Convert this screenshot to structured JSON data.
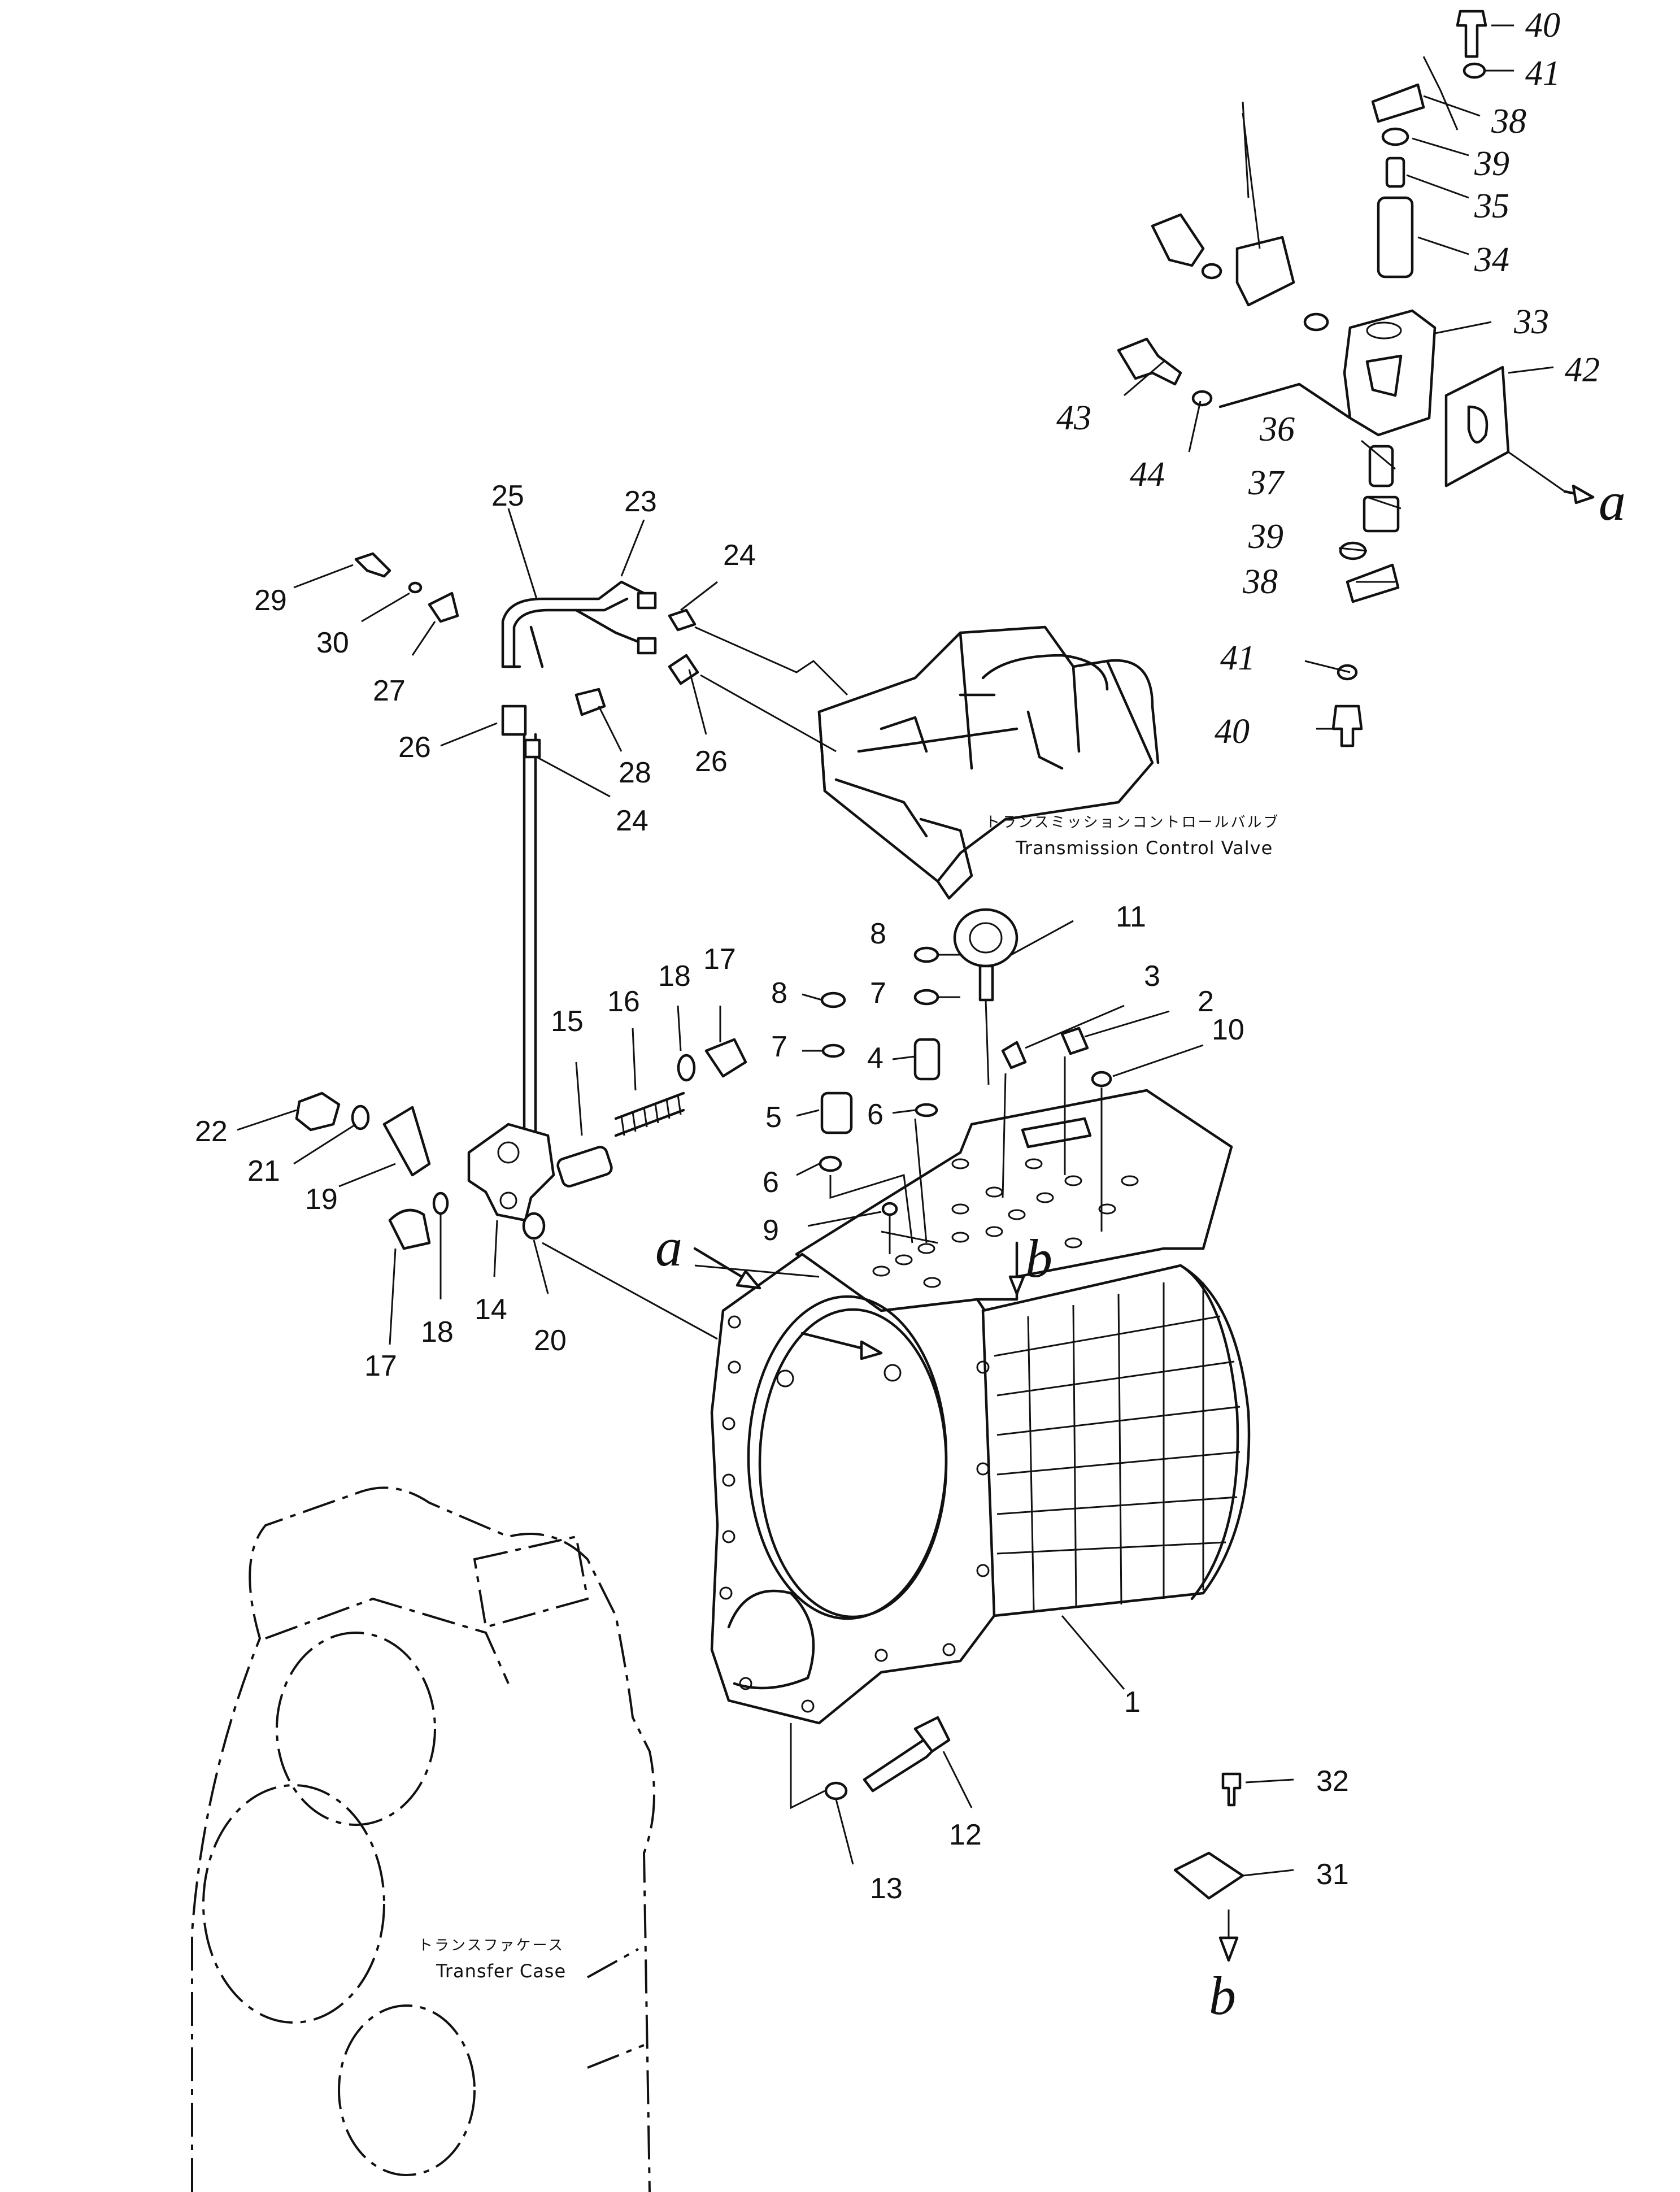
{
  "callouts": [
    {
      "id": "1",
      "label": "1"
    },
    {
      "id": "2",
      "label": "2"
    },
    {
      "id": "3",
      "label": "3"
    },
    {
      "id": "4",
      "label": "4"
    },
    {
      "id": "5",
      "label": "5"
    },
    {
      "id": "6a",
      "label": "6"
    },
    {
      "id": "6b",
      "label": "6"
    },
    {
      "id": "7a",
      "label": "7"
    },
    {
      "id": "7b",
      "label": "7"
    },
    {
      "id": "8a",
      "label": "8"
    },
    {
      "id": "8b",
      "label": "8"
    },
    {
      "id": "9",
      "label": "9"
    },
    {
      "id": "10",
      "label": "10"
    },
    {
      "id": "11",
      "label": "11"
    },
    {
      "id": "12",
      "label": "12"
    },
    {
      "id": "13",
      "label": "13"
    },
    {
      "id": "14",
      "label": "14"
    },
    {
      "id": "15",
      "label": "15"
    },
    {
      "id": "16",
      "label": "16"
    },
    {
      "id": "17a",
      "label": "17"
    },
    {
      "id": "17b",
      "label": "17"
    },
    {
      "id": "18a",
      "label": "18"
    },
    {
      "id": "18b",
      "label": "18"
    },
    {
      "id": "19",
      "label": "19"
    },
    {
      "id": "20",
      "label": "20"
    },
    {
      "id": "21",
      "label": "21"
    },
    {
      "id": "22",
      "label": "22"
    },
    {
      "id": "23",
      "label": "23"
    },
    {
      "id": "24a",
      "label": "24"
    },
    {
      "id": "24b",
      "label": "24"
    },
    {
      "id": "25",
      "label": "25"
    },
    {
      "id": "26a",
      "label": "26"
    },
    {
      "id": "26b",
      "label": "26"
    },
    {
      "id": "27",
      "label": "27"
    },
    {
      "id": "28",
      "label": "28"
    },
    {
      "id": "29",
      "label": "29"
    },
    {
      "id": "30",
      "label": "30"
    },
    {
      "id": "31",
      "label": "31"
    },
    {
      "id": "32",
      "label": "32"
    },
    {
      "id": "33",
      "label": "33"
    },
    {
      "id": "34",
      "label": "34"
    },
    {
      "id": "35",
      "label": "35"
    },
    {
      "id": "36",
      "label": "36"
    },
    {
      "id": "37",
      "label": "37"
    },
    {
      "id": "38a",
      "label": "38"
    },
    {
      "id": "38b",
      "label": "38"
    },
    {
      "id": "39a",
      "label": "39"
    },
    {
      "id": "39b",
      "label": "39"
    },
    {
      "id": "40a",
      "label": "40"
    },
    {
      "id": "40b",
      "label": "40"
    },
    {
      "id": "41a",
      "label": "41"
    },
    {
      "id": "41b",
      "label": "41"
    },
    {
      "id": "42",
      "label": "42"
    },
    {
      "id": "43",
      "label": "43"
    },
    {
      "id": "44",
      "label": "44"
    }
  ],
  "references": {
    "a_valve": "a",
    "a_case": "a",
    "b_case": "b",
    "b_cover": "b"
  },
  "captions": {
    "control_valve_jp": "トランスミッションコントロールバルブ",
    "control_valve_en": "Transmission Control Valve",
    "transfer_case_jp": "トランスファケース",
    "transfer_case_en": "Transfer Case"
  }
}
